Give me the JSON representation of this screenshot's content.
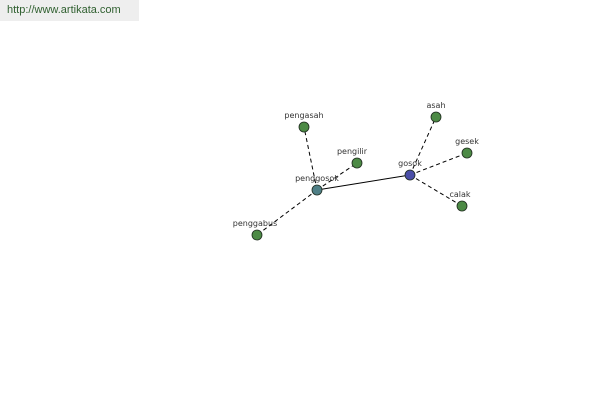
{
  "source_url": "http://www.artikata.com",
  "colors": {
    "center_node": "#4a4ea8",
    "main_node": "#4f7f86",
    "leaf_node": "#4c8a45",
    "node_stroke": "#1e2a1e",
    "edge": "#000000",
    "url_text": "#2f5f2f",
    "url_bg": "#eeeeee"
  },
  "nodes": [
    {
      "id": "gosok",
      "label": "gosok",
      "kind": "center"
    },
    {
      "id": "penggosok",
      "label": "penggosok",
      "kind": "main"
    },
    {
      "id": "pengasah",
      "label": "pengasah",
      "kind": "leaf"
    },
    {
      "id": "pengilir",
      "label": "pengilir",
      "kind": "leaf"
    },
    {
      "id": "penggabus",
      "label": "penggabus",
      "kind": "leaf"
    },
    {
      "id": "asah",
      "label": "asah",
      "kind": "leaf"
    },
    {
      "id": "gesek",
      "label": "gesek",
      "kind": "leaf"
    },
    {
      "id": "calak",
      "label": "calak",
      "kind": "leaf"
    }
  ],
  "edges": [
    {
      "from": "gosok",
      "to": "penggosok",
      "style": "solid"
    },
    {
      "from": "gosok",
      "to": "asah",
      "style": "dashed"
    },
    {
      "from": "gosok",
      "to": "gesek",
      "style": "dashed"
    },
    {
      "from": "gosok",
      "to": "calak",
      "style": "dashed"
    },
    {
      "from": "penggosok",
      "to": "pengasah",
      "style": "dashed"
    },
    {
      "from": "penggosok",
      "to": "pengilir",
      "style": "dashed"
    },
    {
      "from": "penggosok",
      "to": "penggabus",
      "style": "dashed"
    }
  ]
}
